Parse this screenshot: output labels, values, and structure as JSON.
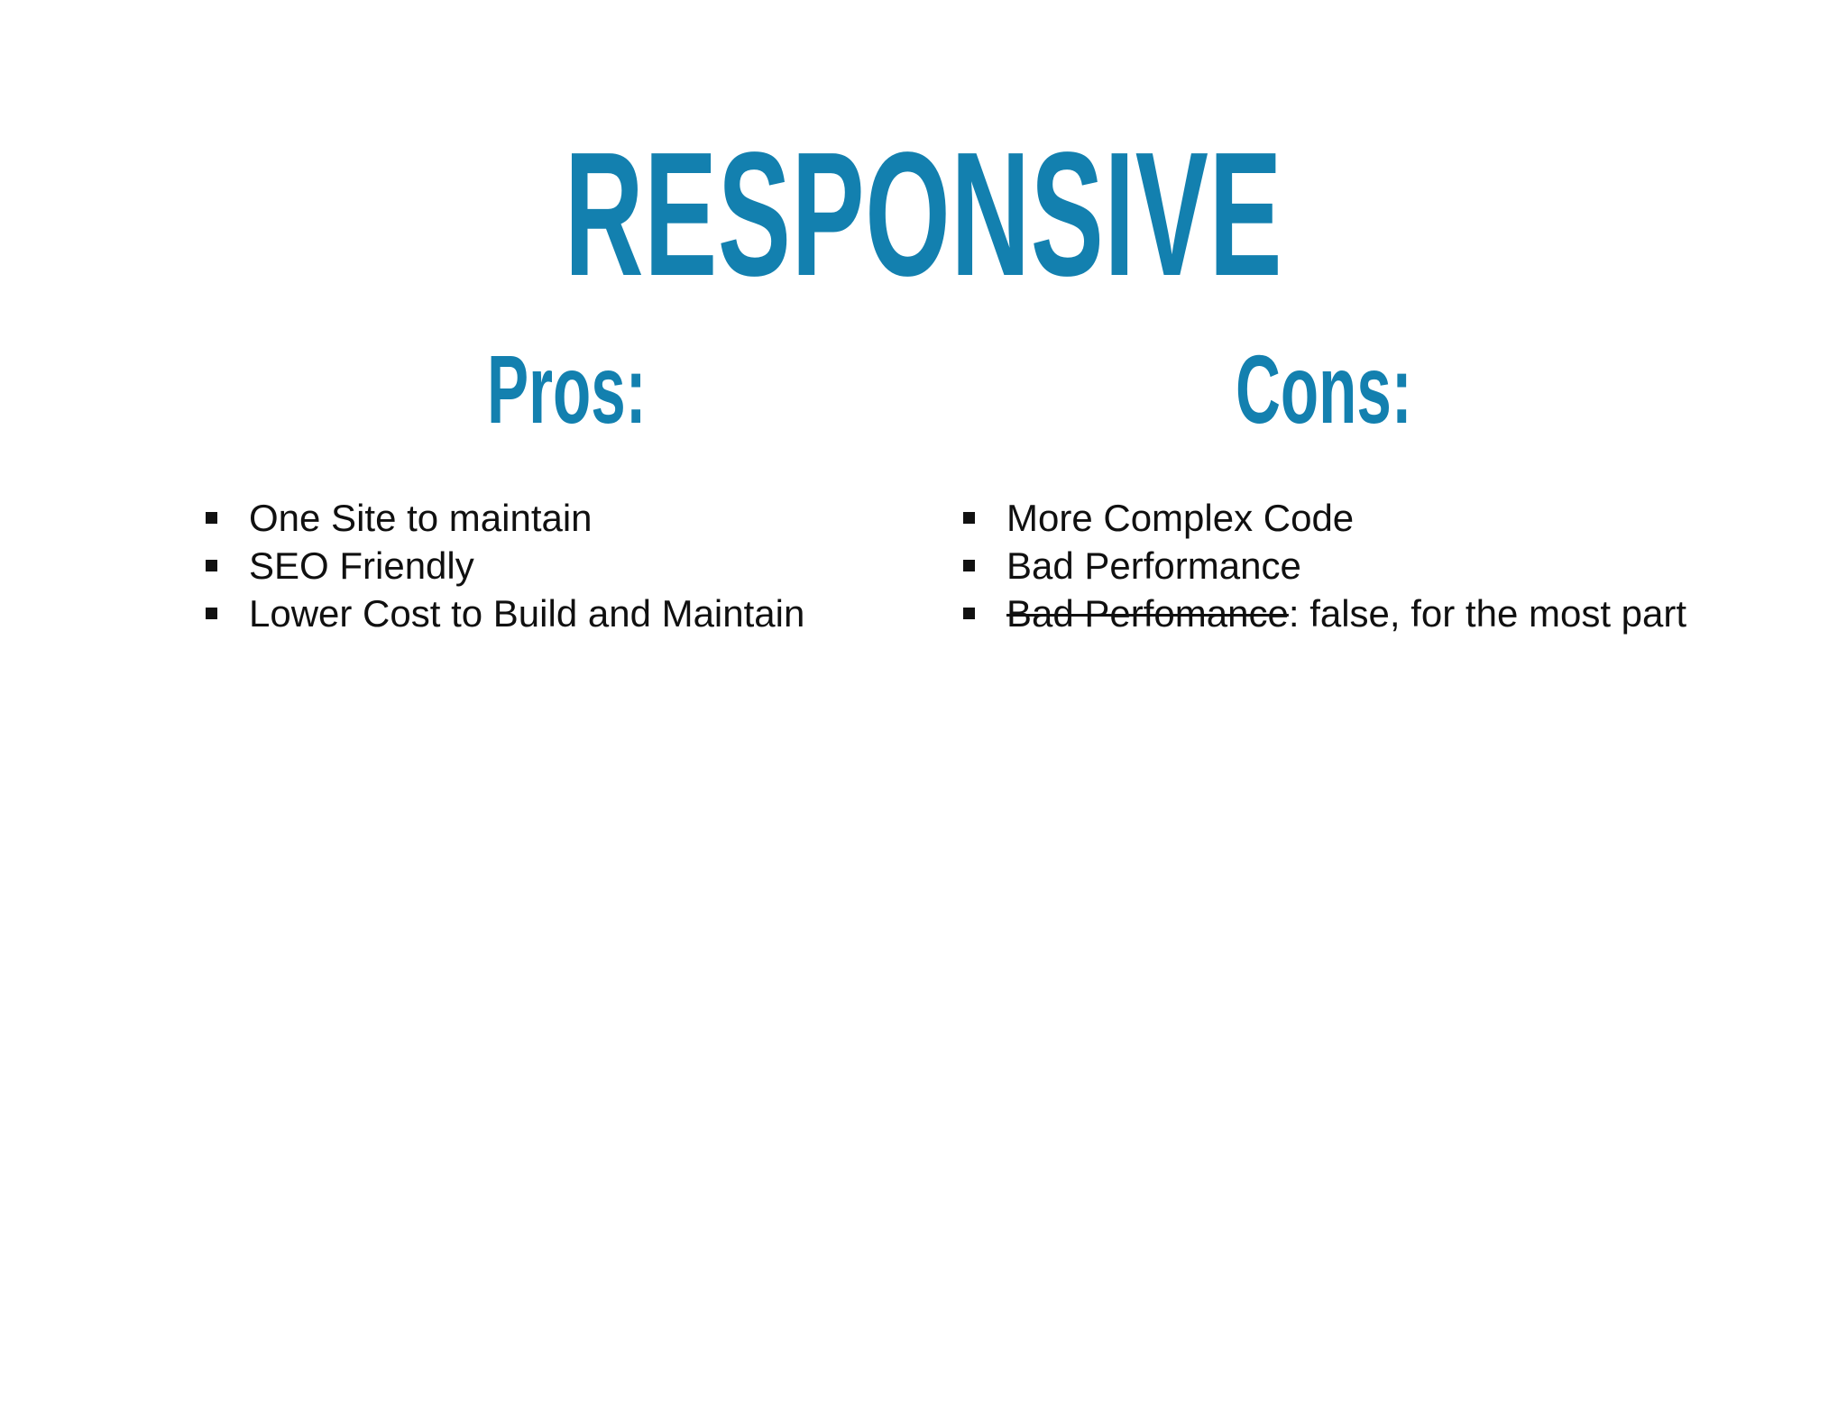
{
  "slide": {
    "title": "RESPONSIVE",
    "background_color": "#FFFFFF",
    "accent_color": "#1380AF",
    "text_color": "#101010",
    "bullet_glyph": "square-bullet"
  },
  "columns": {
    "pros": {
      "heading": "Pros:",
      "items": [
        {
          "text": "One Site to maintain",
          "struck_text": "",
          "rest_text": ""
        },
        {
          "text": "SEO Friendly",
          "struck_text": "",
          "rest_text": ""
        },
        {
          "text": "Lower Cost to Build and Maintain",
          "struck_text": "",
          "rest_text": ""
        }
      ]
    },
    "cons": {
      "heading": "Cons:",
      "items": [
        {
          "text": "More Complex Code",
          "struck_text": "",
          "rest_text": ""
        },
        {
          "text": "Bad Performance",
          "struck_text": "",
          "rest_text": ""
        },
        {
          "text": "",
          "struck_text": "Bad Perfomance",
          "rest_text": ": false, for the most part"
        }
      ]
    }
  }
}
